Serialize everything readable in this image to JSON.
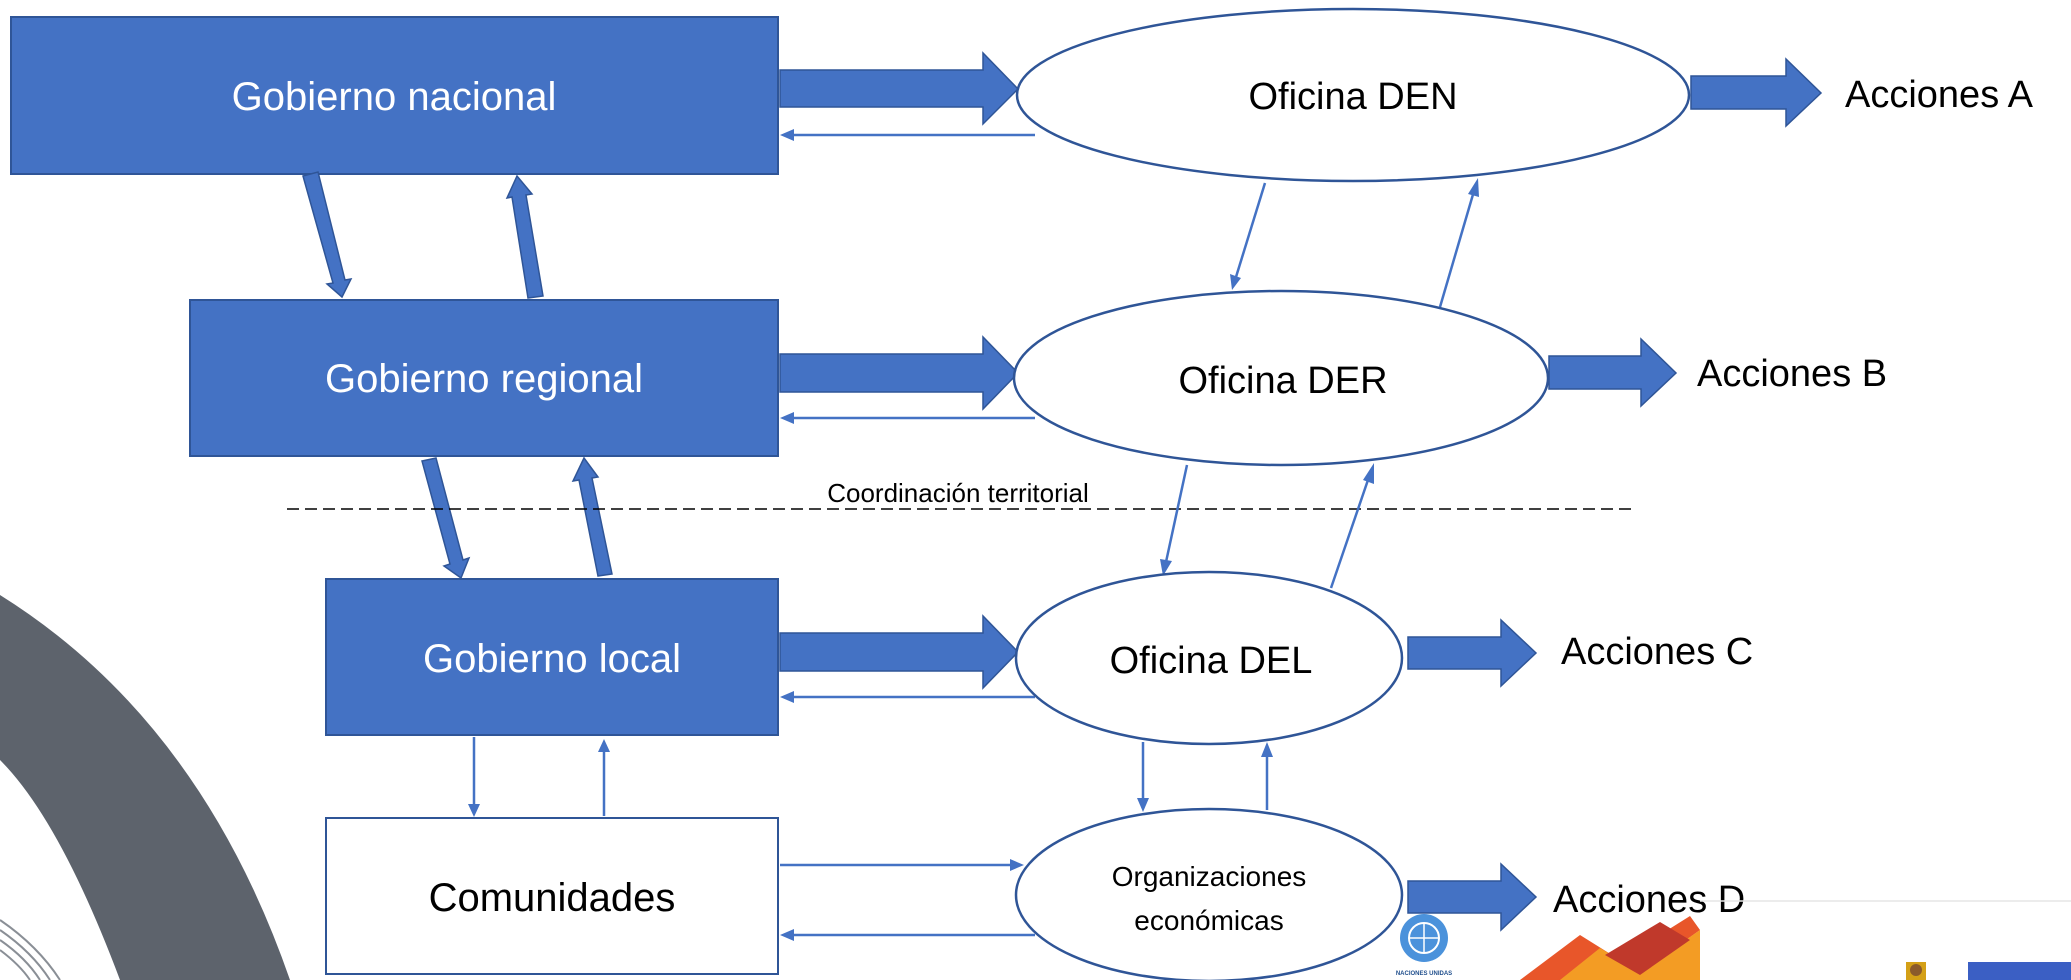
{
  "colors": {
    "box_fill": "#4472c4",
    "box_stroke": "#2f5597",
    "ellipse_stroke": "#2f5597",
    "arrow": "#4472c4",
    "decor_arc": "#5d636c",
    "text_on_box": "#ffffff",
    "text": "#000000"
  },
  "boxes": {
    "nacional": "Gobierno nacional",
    "regional": "Gobierno regional",
    "local": "Gobierno local",
    "comunidades": "Comunidades"
  },
  "offices": {
    "den": "Oficina DEN",
    "der": "Oficina DER",
    "del": "Oficina DEL",
    "org_line1": "Organizaciones",
    "org_line2": "económicas"
  },
  "actions": {
    "a": "Acciones A",
    "b": "Acciones B",
    "c": "Acciones C",
    "d": "Acciones D"
  },
  "divider_label": "Coordinación territorial",
  "logos": {
    "un_emblem": "un-emblem-icon",
    "un_caption": "NACIONES UNIDAS"
  }
}
